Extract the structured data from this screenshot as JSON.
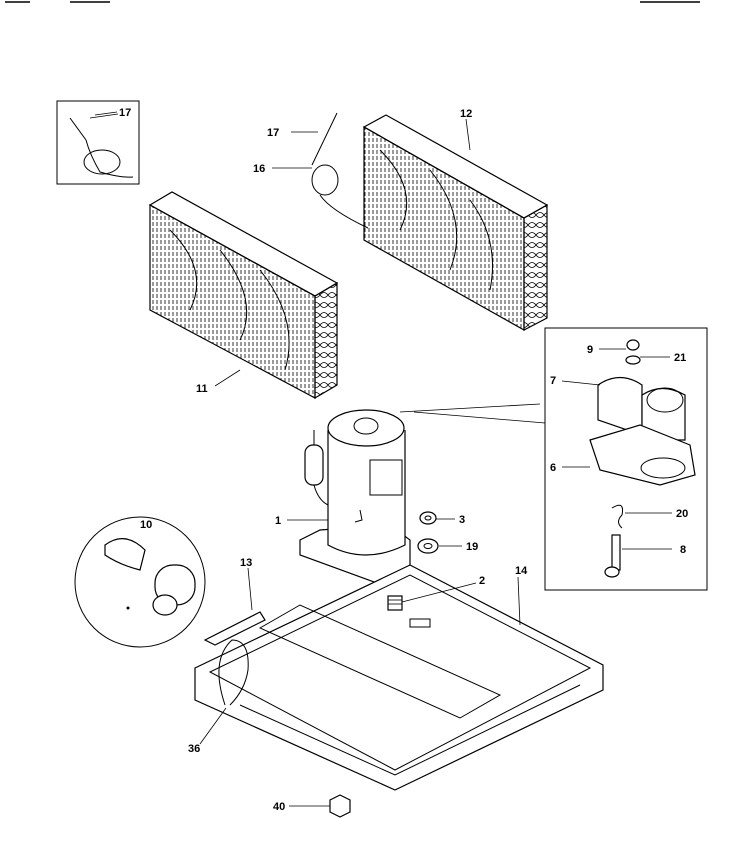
{
  "callouts": {
    "c1": "1",
    "c2": "2",
    "c3": "3",
    "c6": "6",
    "c7": "7",
    "c8": "8",
    "c9": "9",
    "c10": "10",
    "c11": "11",
    "c12": "12",
    "c13": "13",
    "c14": "14",
    "c16": "16",
    "c17a": "17",
    "c17b": "17",
    "c19": "19",
    "c20": "20",
    "c21": "21",
    "c36": "36",
    "c40": "40"
  }
}
